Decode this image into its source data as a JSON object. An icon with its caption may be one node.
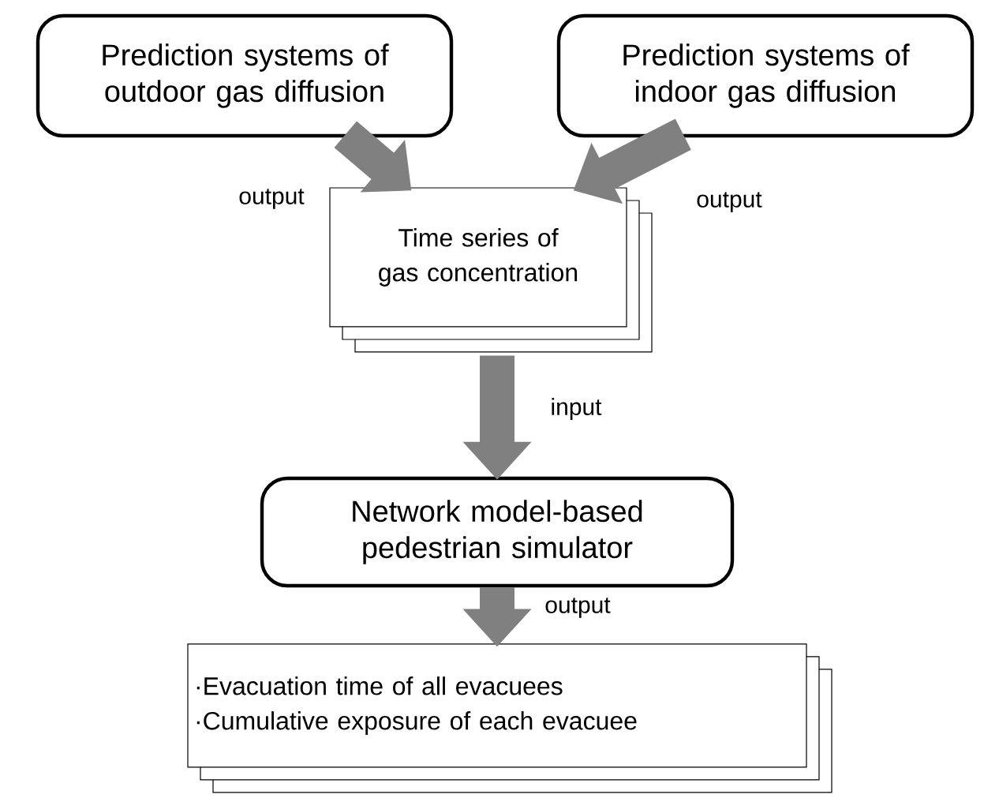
{
  "diagram": {
    "nodes": [
      {
        "text": [
          "Prediction systems of outdoor gas diffusion"
        ]
      },
      {
        "text": [
          "Prediction systems of indoor gas diffusion"
        ]
      },
      {
        "text": [
          "Time series of gas concentration"
        ]
      },
      {
        "text": [
          "Network model-based pedestrian simulator"
        ]
      },
      {
        "text": [
          "·Evacuation time of all evacuees",
          "·Cumulative exposure of each evacuee"
        ]
      }
    ],
    "edges": [
      {
        "from": 0,
        "to": 2,
        "arrow": "to",
        "label": "output"
      },
      {
        "from": 1,
        "to": 2,
        "arrow": "to",
        "label": "output"
      },
      {
        "from": 2,
        "to": 3,
        "arrow": "to",
        "label": "input"
      },
      {
        "from": 3,
        "to": 4,
        "arrow": "to",
        "label": "output"
      }
    ]
  }
}
